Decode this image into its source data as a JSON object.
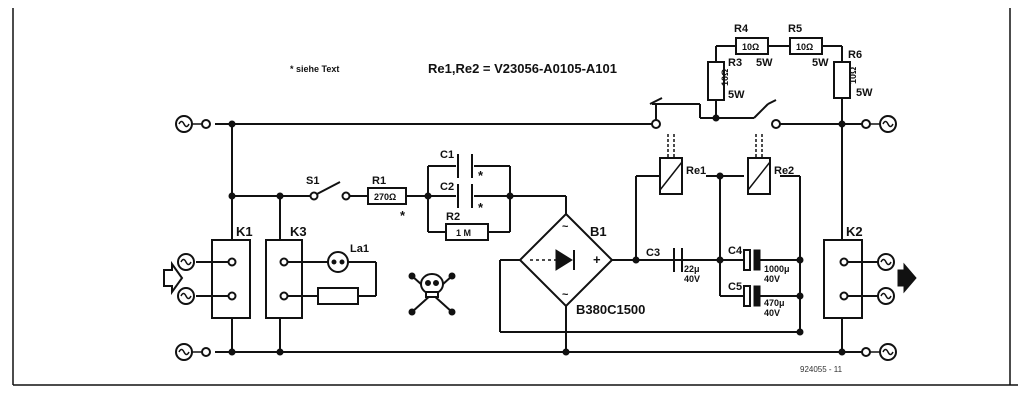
{
  "notes": {
    "asterisk": "* siehe Text",
    "relay_type": "Re1,Re2 = V23056-A0105-A101",
    "code": "924055 - 11"
  },
  "components": {
    "S1": "S1",
    "R1": {
      "name": "R1",
      "value": "270Ω"
    },
    "R2": {
      "name": "R2",
      "value": "1 M"
    },
    "C1": {
      "name": "C1",
      "mark": "*"
    },
    "C2": {
      "name": "C2",
      "mark": "*"
    },
    "R1_mark": "*",
    "B1": {
      "name": "B1",
      "type": "B380C1500"
    },
    "C3": {
      "name": "C3",
      "value1": "22μ",
      "value2": "40V"
    },
    "C4": {
      "name": "C4",
      "value1": "1000μ",
      "value2": "40V"
    },
    "C5": {
      "name": "C5",
      "value1": "470μ",
      "value2": "40V"
    },
    "Re1": "Re1",
    "Re2": "Re2",
    "R3": {
      "name": "R3",
      "value": "10Ω",
      "power": "5W"
    },
    "R4": {
      "name": "R4",
      "value": "10Ω",
      "power": "5W"
    },
    "R5": {
      "name": "R5",
      "value": "10Ω",
      "power": "5W"
    },
    "R6": {
      "name": "R6",
      "value": "10Ω",
      "power": "5W"
    },
    "K1": "K1",
    "K2": "K2",
    "K3": "K3",
    "La1": "La1",
    "bridge_plus": "+",
    "bridge_tilde": "~"
  }
}
